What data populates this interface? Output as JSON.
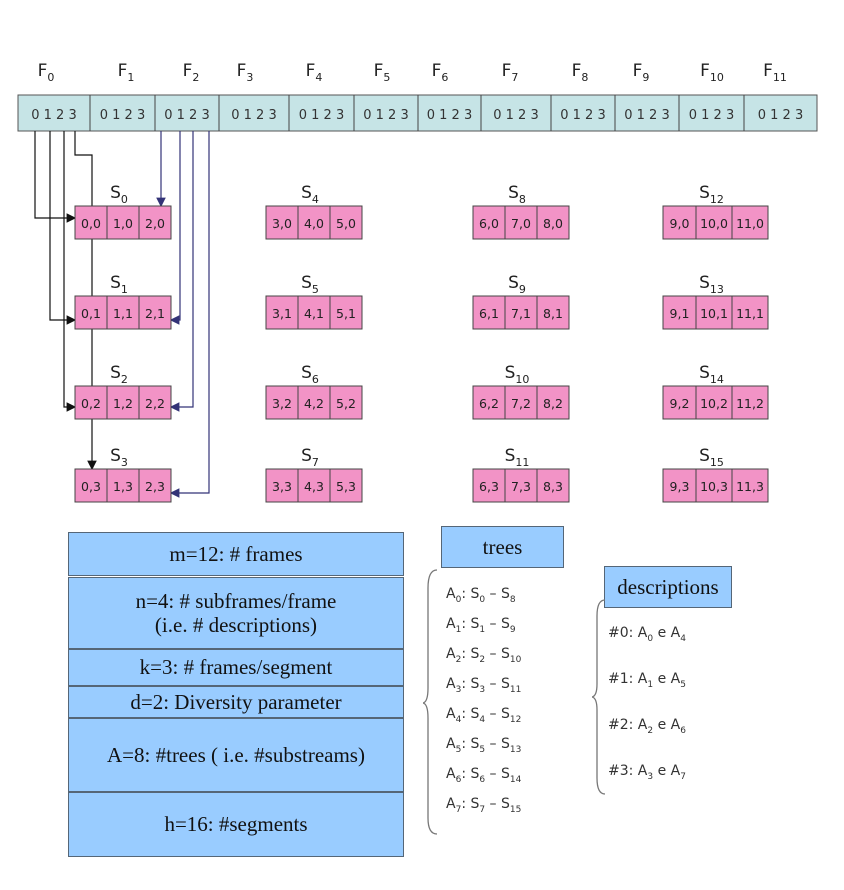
{
  "frames": {
    "labels": [
      "F0",
      "F1",
      "F2",
      "F3",
      "F4",
      "F5",
      "F6",
      "F7",
      "F8",
      "F9",
      "F10",
      "F11"
    ],
    "cells": [
      "0 1 2 3",
      "0 1 2 3",
      "0 1 2 3",
      "0 1 2 3",
      "0 1 2 3",
      "0 1 2 3",
      "0 1 2 3",
      "0 1 2 3",
      "0 1 2 3",
      "0 1 2 3",
      "0 1 2 3",
      "0 1 2 3"
    ]
  },
  "segments": [
    {
      "name": "S0",
      "cells": [
        "0,0",
        "1,0",
        "2,0"
      ]
    },
    {
      "name": "S1",
      "cells": [
        "0,1",
        "1,1",
        "2,1"
      ]
    },
    {
      "name": "S2",
      "cells": [
        "0,2",
        "1,2",
        "2,2"
      ]
    },
    {
      "name": "S3",
      "cells": [
        "0,3",
        "1,3",
        "2,3"
      ]
    },
    {
      "name": "S4",
      "cells": [
        "3,0",
        "4,0",
        "5,0"
      ]
    },
    {
      "name": "S5",
      "cells": [
        "3,1",
        "4,1",
        "5,1"
      ]
    },
    {
      "name": "S6",
      "cells": [
        "3,2",
        "4,2",
        "5,2"
      ]
    },
    {
      "name": "S7",
      "cells": [
        "3,3",
        "4,3",
        "5,3"
      ]
    },
    {
      "name": "S8",
      "cells": [
        "6,0",
        "7,0",
        "8,0"
      ]
    },
    {
      "name": "S9",
      "cells": [
        "6,1",
        "7,1",
        "8,1"
      ]
    },
    {
      "name": "S10",
      "cells": [
        "6,2",
        "7,2",
        "8,2"
      ]
    },
    {
      "name": "S11",
      "cells": [
        "6,3",
        "7,3",
        "8,3"
      ]
    },
    {
      "name": "S12",
      "cells": [
        "9,0",
        "10,0",
        "11,0"
      ]
    },
    {
      "name": "S13",
      "cells": [
        "9,1",
        "10,1",
        "11,1"
      ]
    },
    {
      "name": "S14",
      "cells": [
        "9,2",
        "10,2",
        "11,2"
      ]
    },
    {
      "name": "S15",
      "cells": [
        "9,3",
        "10,3",
        "11,3"
      ]
    }
  ],
  "params": [
    "m=12: # frames",
    "n=4: # subframes/frame\n(i.e. # descriptions)",
    "k=3: # frames/segment",
    "d=2: Diversity parameter",
    "A=8: #trees ( i.e. #substreams)",
    "h=16: #segments"
  ],
  "trees": {
    "title": "trees",
    "items": [
      {
        "a": "A",
        "ai": "0",
        "s1": "S",
        "s1i": "0",
        "s2": "S",
        "s2i": "8"
      },
      {
        "a": "A",
        "ai": "1",
        "s1": "S",
        "s1i": "1",
        "s2": "S",
        "s2i": "9"
      },
      {
        "a": "A",
        "ai": "2",
        "s1": "S",
        "s1i": "2",
        "s2": "S",
        "s2i": "10"
      },
      {
        "a": "A",
        "ai": "3",
        "s1": "S",
        "s1i": "3",
        "s2": "S",
        "s2i": "11"
      },
      {
        "a": "A",
        "ai": "4",
        "s1": "S",
        "s1i": "4",
        "s2": "S",
        "s2i": "12"
      },
      {
        "a": "A",
        "ai": "5",
        "s1": "S",
        "s1i": "5",
        "s2": "S",
        "s2i": "13"
      },
      {
        "a": "A",
        "ai": "6",
        "s1": "S",
        "s1i": "6",
        "s2": "S",
        "s2i": "14"
      },
      {
        "a": "A",
        "ai": "7",
        "s1": "S",
        "s1i": "7",
        "s2": "S",
        "s2i": "15"
      }
    ]
  },
  "descriptions": {
    "title": "descriptions",
    "items": [
      {
        "prefix": "#0:",
        "a1i": "0",
        "conj": "e",
        "a2i": "4"
      },
      {
        "prefix": "#1:",
        "a1i": "1",
        "conj": "e",
        "a2i": "5"
      },
      {
        "prefix": "#2:",
        "a1i": "2",
        "conj": "e",
        "a2i": "6"
      },
      {
        "prefix": "#3:",
        "a1i": "3",
        "conj": "e",
        "a2i": "7"
      }
    ]
  },
  "colors": {
    "frame_fill": "#c6e4e6",
    "segment_fill": "#f293c6",
    "param_fill": "#99ccff",
    "arrow_black": "#111111",
    "arrow_blue": "#333377"
  }
}
